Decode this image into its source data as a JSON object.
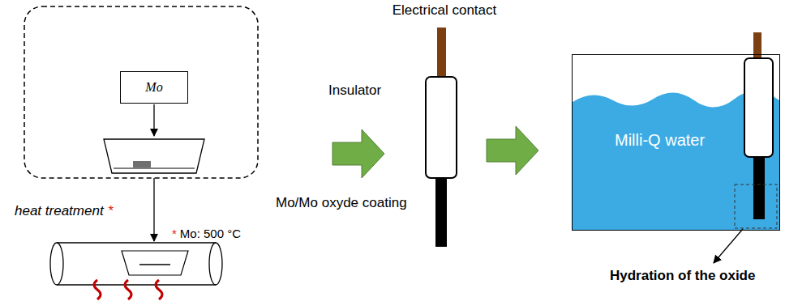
{
  "diagram": {
    "nodes": [
      {
        "text": [
          "Mo"
        ]
      },
      {
        "text": [
          "Milli-Q water"
        ]
      }
    ],
    "labels": [
      "heat treatment",
      "*",
      "*",
      "Mo: 500 °C",
      "Electrical contact",
      "Insulator",
      "Mo/Mo oxyde coating",
      "Hydration of the oxide"
    ]
  }
}
